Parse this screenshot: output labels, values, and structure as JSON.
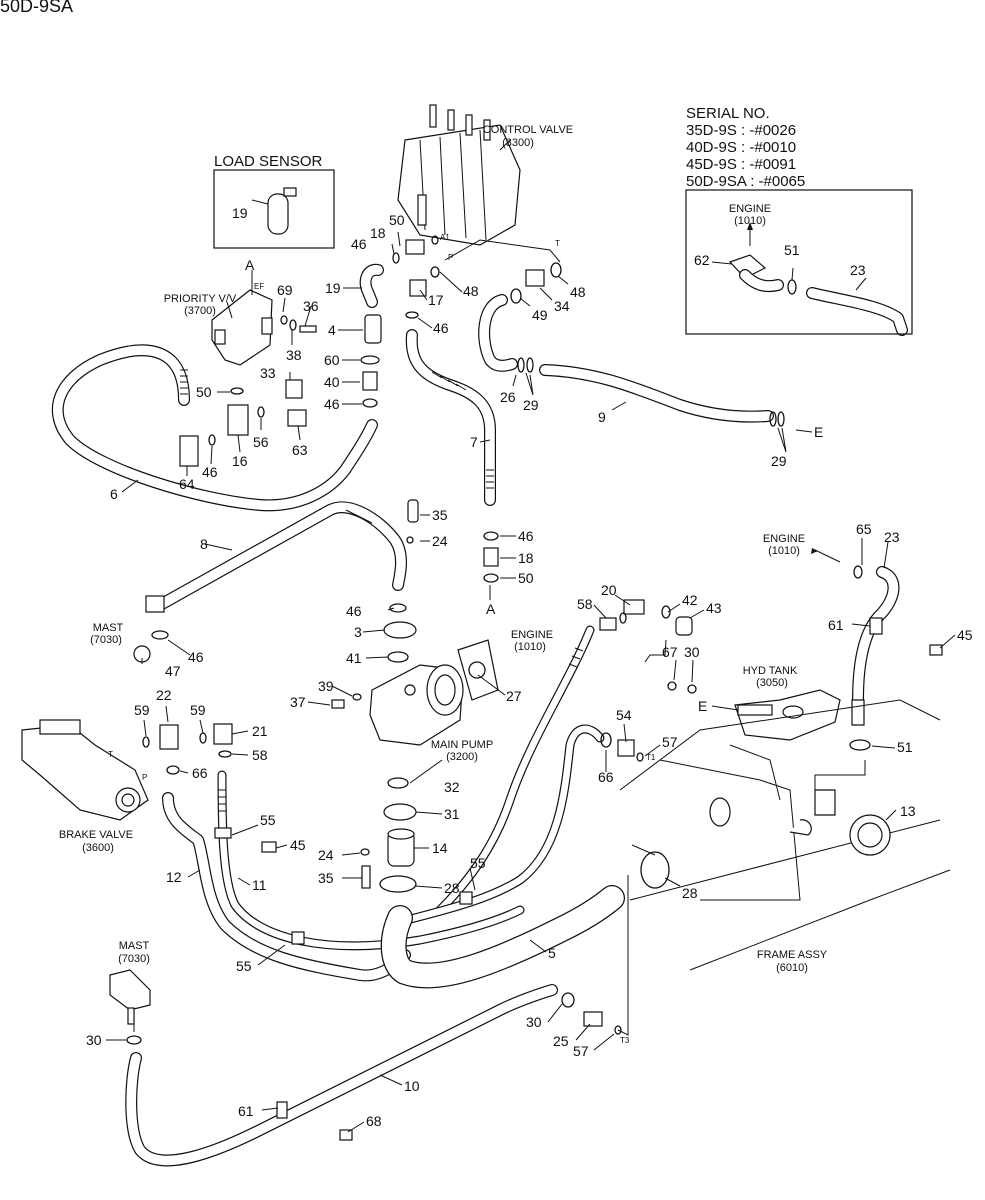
{
  "model": "50D-9SA",
  "serial": {
    "heading": "SERIAL NO.",
    "lines": [
      "35D-9S : -#0026",
      "40D-9S : -#0010",
      "45D-9S : -#0091",
      "50D-9SA : -#0065"
    ],
    "engine_label": "ENGINE",
    "engine_code": "(1010)",
    "callouts": [
      "62",
      "51",
      "23"
    ]
  },
  "load_sensor": {
    "heading": "LOAD SENSOR",
    "callout": "19"
  },
  "components": [
    {
      "name": "CONTROL VALVE",
      "code": "(3300)"
    },
    {
      "name": "PRIORITY V/V",
      "code": "(3700)"
    },
    {
      "name": "ENGINE",
      "code": "(1010)"
    },
    {
      "name": "MAIN PUMP",
      "code": "(3200)"
    },
    {
      "name": "HYD TANK",
      "code": "(3050)"
    },
    {
      "name": "BRAKE VALVE",
      "code": "(3600)"
    },
    {
      "name": "MAST",
      "code": "(7030)"
    },
    {
      "name": "FRAME ASSY",
      "code": "(6010)"
    }
  ],
  "secondary_refs": {
    "engine": [
      "ENGINE",
      "(1010)"
    ],
    "mast": [
      "MAST",
      "(7030)"
    ]
  },
  "port_marks": [
    "A",
    "A",
    "E",
    "E",
    "EF",
    "P",
    "P",
    "A1",
    "T",
    "T",
    "T1",
    "T3"
  ],
  "callouts": [
    "69",
    "36",
    "38",
    "50",
    "33",
    "56",
    "63",
    "16",
    "46",
    "64",
    "6",
    "8",
    "47",
    "46",
    "46",
    "3",
    "41",
    "39",
    "37",
    "35",
    "24",
    "27",
    "18",
    "50",
    "46",
    "19",
    "4",
    "60",
    "40",
    "46",
    "17",
    "48",
    "46",
    "7",
    "46",
    "18",
    "50",
    "48",
    "34",
    "49",
    "26",
    "29",
    "9",
    "29",
    "59",
    "22",
    "59",
    "21",
    "58",
    "66",
    "55",
    "45",
    "12",
    "11",
    "24",
    "14",
    "35",
    "28",
    "32",
    "31",
    "55",
    "5",
    "55",
    "58",
    "20",
    "42",
    "43",
    "67",
    "30",
    "54",
    "57",
    "66",
    "28",
    "65",
    "23",
    "61",
    "45",
    "51",
    "13",
    "30",
    "25",
    "57",
    "10",
    "61",
    "68",
    "30"
  ]
}
